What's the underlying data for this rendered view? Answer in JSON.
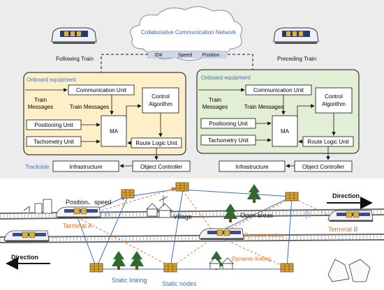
{
  "cloud": {
    "title": "Collaborative Communication Network",
    "fields": [
      "ID#",
      "Speed",
      "Position"
    ]
  },
  "trains": {
    "following": "Following Train",
    "preceding": "Preceding Train"
  },
  "onboard": {
    "left": {
      "title": "Onboard equipment",
      "comm_unit": "Communication Unit",
      "control_algo": [
        "Control",
        "Algorithm"
      ],
      "train_messages_left": [
        "Train",
        "Messages"
      ],
      "train_messages_mid": "Train Messages",
      "positioning": "Positioning Unit",
      "ma": "MA",
      "tachometry": "Tachometry Unit",
      "route_logic": "Route Logic Unit"
    },
    "right": {
      "title": "Onboard equipment",
      "comm_unit": "Communication Unit",
      "control_algo": [
        "Control",
        "Algorithm"
      ],
      "train_messages_left": [
        "Train",
        "Messages"
      ],
      "train_messages_mid": "Train Messages",
      "positioning": "Positioning Unit",
      "ma": "MA",
      "tachometry": "Tachometry Unit",
      "route_logic": "Route Logic Unit"
    }
  },
  "trackside": {
    "label": "Trackside",
    "left": {
      "infrastructure": "Infrastructure",
      "object_controller": "Object Controller"
    },
    "right": {
      "infrastructure": "Infrastructure",
      "object_controller": "Object Controller"
    }
  },
  "bottom": {
    "position_speed": "Position、speed",
    "village": "Village",
    "open_areas": "Open areas",
    "direction_top": "Direction",
    "direction_bottom": "Direction",
    "terminal_a": "Terminal A",
    "terminal_b": "Terminal B",
    "dynamic_nodes": "Dynamic nodes",
    "dynamic_linking": "Dynamic linking",
    "static_linking": "Static linking",
    "static_nodes": "Static nodes"
  },
  "colors": {
    "panel_bg": "#ececec",
    "onboard_left_fill": "#fdf0c8",
    "onboard_right_fill": "#e2efd6",
    "label_blue": "#4472c4",
    "dynamic_orange": "#e07020",
    "link_blue": "#3a6fc4",
    "tree_green": "#2f6b2f",
    "rail_gray": "#6c6c6c"
  }
}
